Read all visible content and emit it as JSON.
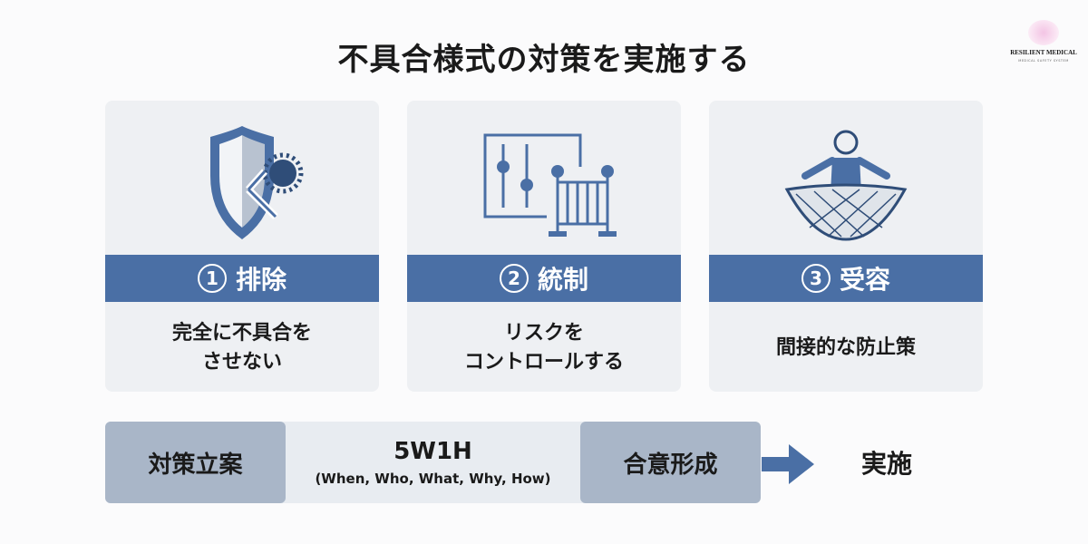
{
  "title": "不具合様式の対策を実施する",
  "logo": {
    "name": "RESILIENT MEDICAL",
    "tagline": "MEDICAL SAFETY SYSTEM"
  },
  "cards": [
    {
      "number": "1",
      "label": "排除",
      "desc": "完全に不具合を\nさせない",
      "icon": "shield-virus-icon"
    },
    {
      "number": "2",
      "label": "統制",
      "desc": "リスクを\nコントロールする",
      "icon": "control-barrier-icon"
    },
    {
      "number": "3",
      "label": "受容",
      "desc": "間接的な防止策",
      "icon": "safety-net-icon"
    }
  ],
  "flow": {
    "step1": "対策立案",
    "mid_title": "5W1H",
    "mid_sub": "(When, Who, What, Why, How)",
    "step2": "合意形成",
    "final": "実施"
  },
  "colors": {
    "accent": "#4a6fa5",
    "box": "#a9b6c8"
  }
}
